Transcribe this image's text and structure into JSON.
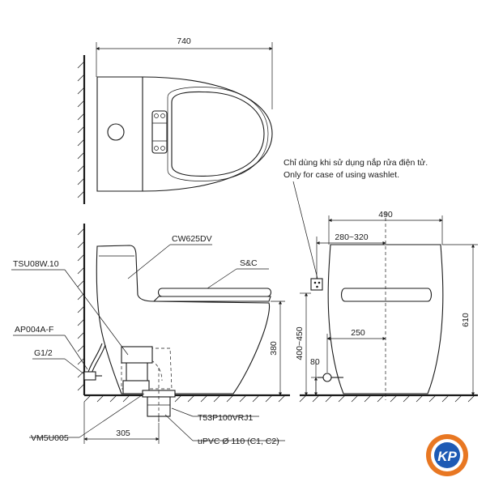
{
  "top_view": {
    "width_dim": "740"
  },
  "side_view": {
    "labels": {
      "seat_cover": "CW625DV",
      "seat": "S&C",
      "fill_valve": "TSU08W.10",
      "stop_valve": "AP004A-F",
      "thread": "G1/2",
      "flange": "VM5U005",
      "outlet": "T53P100VRJ1",
      "pipe": "uPVC Ø 110 (C1, C2)"
    },
    "dims": {
      "rough_in": "305",
      "inlet_height": "380"
    }
  },
  "front_view": {
    "note_vi": "Chỉ dùng khi sử dụng nắp rửa điện tử.",
    "note_en": "Only for case of using washlet.",
    "dims": {
      "width": "490",
      "socket_range": "280~320",
      "inlet_offset": "250",
      "height": "610",
      "socket_height": "400~450",
      "inlet_height": "80"
    }
  },
  "logo": {
    "text": "KP",
    "color": "#e87722",
    "accent": "#1e5ab4"
  }
}
